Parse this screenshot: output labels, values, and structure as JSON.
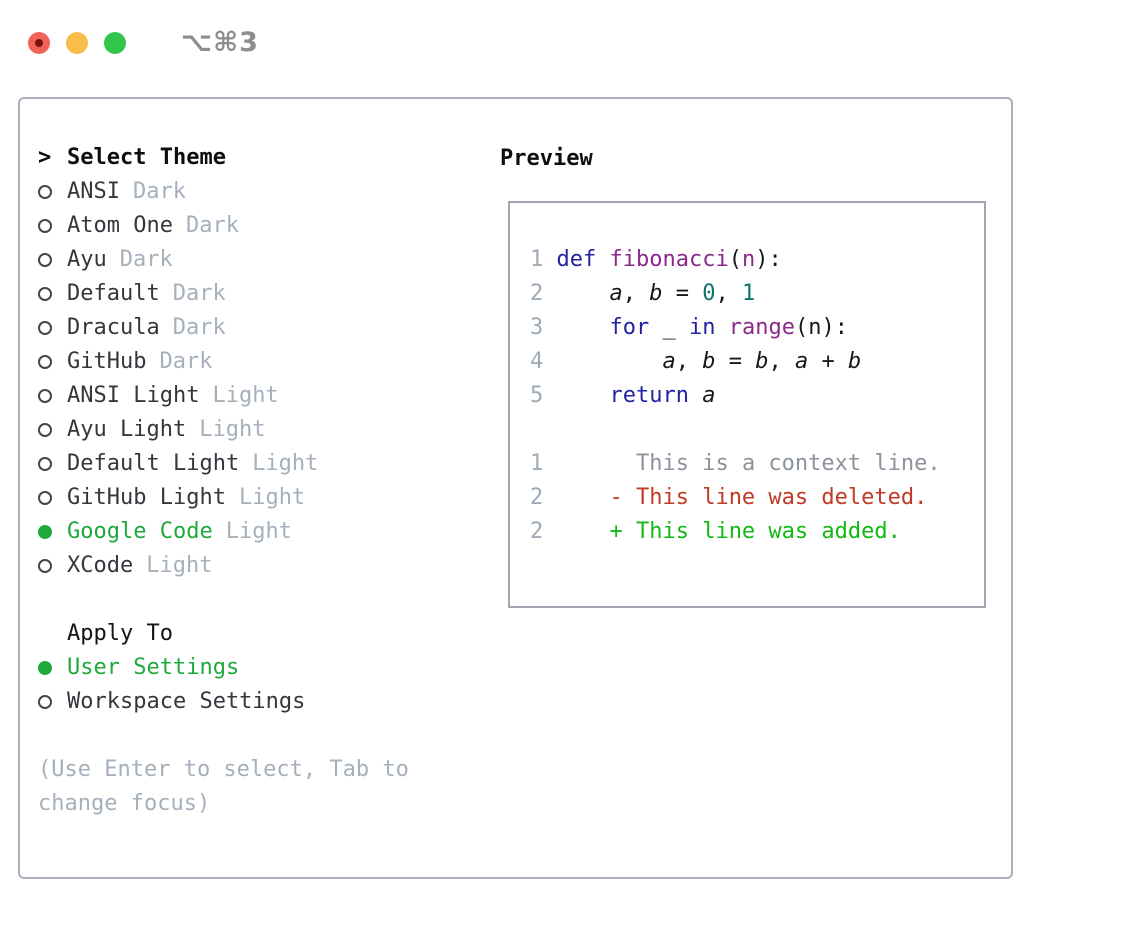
{
  "window": {
    "title": "⌥⌘3"
  },
  "colors": {
    "selected_green": "#1fa93d",
    "keyword_blue": "#2323a2",
    "function_purple": "#8b2a8b",
    "number_teal": "#0e7468",
    "diff_red": "#c23a26",
    "diff_green": "#13b913",
    "muted_gray": "#a6b0bb",
    "panel_border": "#a9b0bb"
  },
  "theme_list": {
    "prompt": ">",
    "title": "Select Theme",
    "items": [
      {
        "name": "ANSI",
        "tag": "Dark",
        "selected": false
      },
      {
        "name": "Atom One",
        "tag": "Dark",
        "selected": false
      },
      {
        "name": "Ayu",
        "tag": "Dark",
        "selected": false
      },
      {
        "name": "Default",
        "tag": "Dark",
        "selected": false
      },
      {
        "name": "Dracula",
        "tag": "Dark",
        "selected": false
      },
      {
        "name": "GitHub",
        "tag": "Dark",
        "selected": false
      },
      {
        "name": "ANSI Light",
        "tag": "Light",
        "selected": false
      },
      {
        "name": "Ayu Light",
        "tag": "Light",
        "selected": false
      },
      {
        "name": "Default Light",
        "tag": "Light",
        "selected": false
      },
      {
        "name": "GitHub Light",
        "tag": "Light",
        "selected": false
      },
      {
        "name": "Google Code",
        "tag": "Light",
        "selected": true
      },
      {
        "name": "XCode",
        "tag": "Light",
        "selected": false
      }
    ]
  },
  "apply_to": {
    "title": "Apply To",
    "options": [
      {
        "name": "User Settings",
        "selected": true
      },
      {
        "name": "Workspace Settings",
        "selected": false
      }
    ]
  },
  "help": {
    "line1": "(Use Enter to select, Tab to",
    "line2": "change focus)"
  },
  "preview": {
    "title": "Preview",
    "code_lines": [
      {
        "segments": [
          {
            "style": "ln",
            "text": "1 "
          },
          {
            "style": "kw",
            "text": "def"
          },
          {
            "style": "pl",
            "text": " "
          },
          {
            "style": "fn",
            "text": "fibonacci"
          },
          {
            "style": "pl",
            "text": "("
          },
          {
            "style": "fn",
            "text": "n"
          },
          {
            "style": "pl",
            "text": "):"
          }
        ]
      },
      {
        "segments": [
          {
            "style": "ln",
            "text": "2 "
          },
          {
            "style": "pl",
            "text": "    "
          },
          {
            "style": "var",
            "text": "a"
          },
          {
            "style": "pl",
            "text": ", "
          },
          {
            "style": "var",
            "text": "b"
          },
          {
            "style": "pl",
            "text": " = "
          },
          {
            "style": "num",
            "text": "0"
          },
          {
            "style": "pl",
            "text": ", "
          },
          {
            "style": "num",
            "text": "1"
          }
        ]
      },
      {
        "segments": [
          {
            "style": "ln",
            "text": "3 "
          },
          {
            "style": "pl",
            "text": "    "
          },
          {
            "style": "kw",
            "text": "for"
          },
          {
            "style": "pl",
            "text": " _ "
          },
          {
            "style": "kw",
            "text": "in"
          },
          {
            "style": "pl",
            "text": " "
          },
          {
            "style": "fn",
            "text": "range"
          },
          {
            "style": "pl",
            "text": "(n):"
          }
        ]
      },
      {
        "segments": [
          {
            "style": "ln",
            "text": "4 "
          },
          {
            "style": "pl",
            "text": "        "
          },
          {
            "style": "var",
            "text": "a"
          },
          {
            "style": "pl",
            "text": ", "
          },
          {
            "style": "var",
            "text": "b"
          },
          {
            "style": "pl",
            "text": " = "
          },
          {
            "style": "var",
            "text": "b"
          },
          {
            "style": "pl",
            "text": ", "
          },
          {
            "style": "var",
            "text": "a"
          },
          {
            "style": "pl",
            "text": " + "
          },
          {
            "style": "var",
            "text": "b"
          }
        ]
      },
      {
        "segments": [
          {
            "style": "ln",
            "text": "5 "
          },
          {
            "style": "pl",
            "text": "    "
          },
          {
            "style": "kw",
            "text": "return"
          },
          {
            "style": "pl",
            "text": " "
          },
          {
            "style": "var",
            "text": "a"
          }
        ]
      },
      {
        "segments": []
      },
      {
        "segments": [
          {
            "style": "ln",
            "text": "1 "
          },
          {
            "style": "pl",
            "text": "      "
          },
          {
            "style": "ctx",
            "text": "This is a context line."
          }
        ]
      },
      {
        "segments": [
          {
            "style": "ln",
            "text": "2 "
          },
          {
            "style": "pl",
            "text": "    "
          },
          {
            "style": "del",
            "text": "- This line was deleted."
          }
        ]
      },
      {
        "segments": [
          {
            "style": "ln",
            "text": "2 "
          },
          {
            "style": "pl",
            "text": "    "
          },
          {
            "style": "add",
            "text": "+ This line was added."
          }
        ]
      }
    ]
  }
}
